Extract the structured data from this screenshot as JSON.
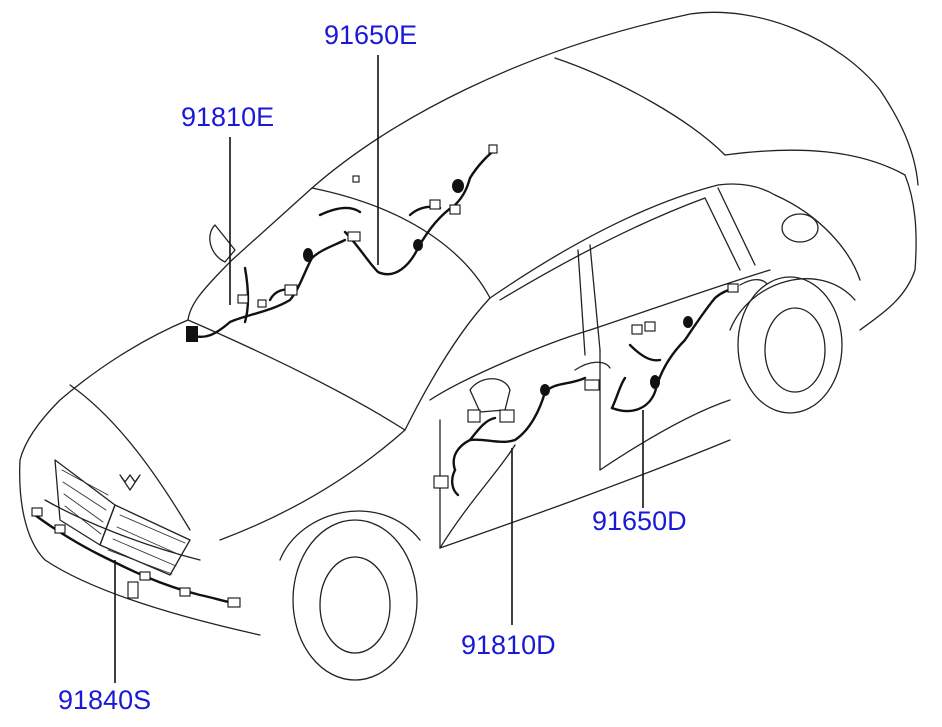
{
  "labels": {
    "front_harness_top": "91810E",
    "roof_harness": "91650E",
    "rear_door_harness": "91650D",
    "front_door_harness": "91810D",
    "bumper_harness": "91840S"
  }
}
